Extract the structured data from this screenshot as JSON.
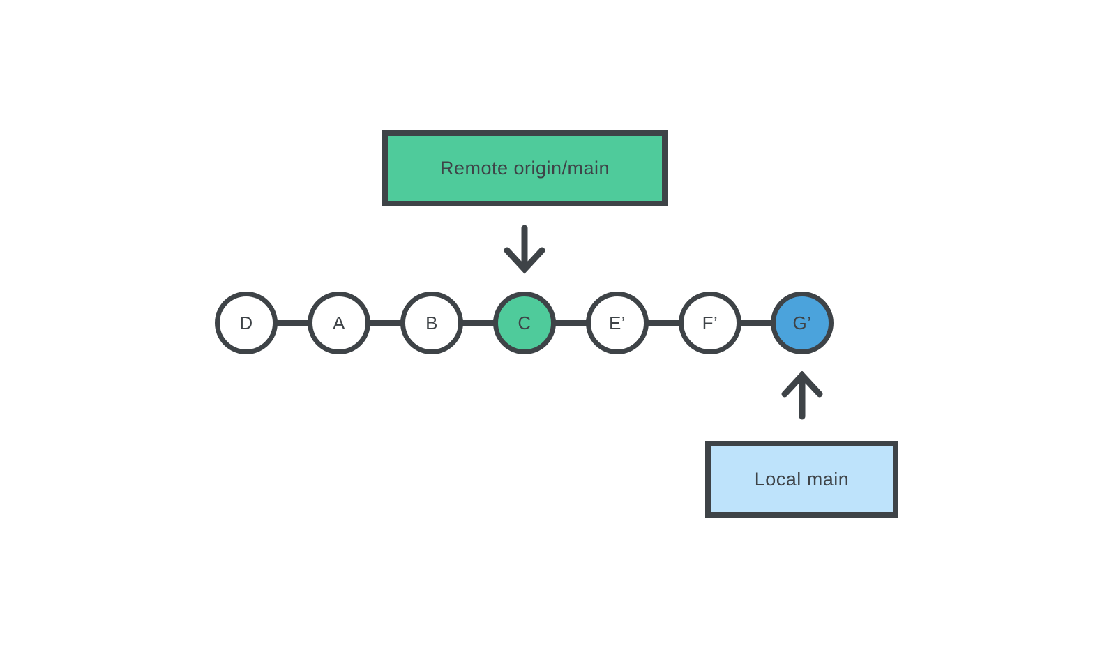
{
  "colors": {
    "ink": "#3E4347",
    "remote_green": "#4FCB9B",
    "head_blue": "#4BA3DC",
    "local_blue_light": "#BEE3FB",
    "canvas_bg": "#FFFFFF"
  },
  "diagram": {
    "type": "git-commit-graph",
    "remote_branch": {
      "label": "Remote origin/main",
      "points_to_commit": "C",
      "pointer_icon": "arrow-down"
    },
    "local_branch": {
      "label": "Local main",
      "points_to_commit": "G’",
      "pointer_icon": "arrow-up"
    },
    "commits": [
      {
        "label": "D",
        "type": "default"
      },
      {
        "label": "A",
        "type": "default"
      },
      {
        "label": "B",
        "type": "default"
      },
      {
        "label": "C",
        "type": "remote-head"
      },
      {
        "label": "E’",
        "type": "default"
      },
      {
        "label": "F’",
        "type": "default"
      },
      {
        "label": "G’",
        "type": "local-head"
      }
    ]
  }
}
